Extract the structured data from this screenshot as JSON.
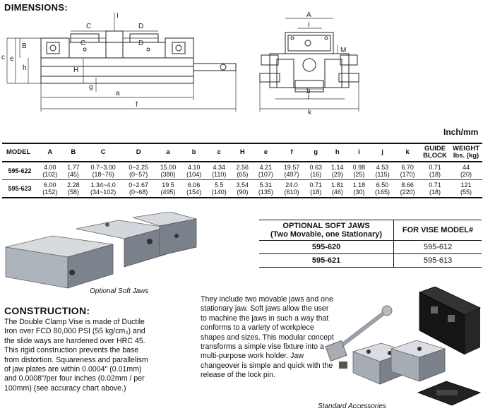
{
  "dimensions_heading": "DIMENSIONS:",
  "diagram_labels": {
    "front": [
      "I",
      "C",
      "D",
      "C",
      "D",
      "B",
      "c",
      "e",
      "h",
      "H",
      "g",
      "a",
      "f"
    ],
    "side": [
      "A",
      "I",
      "M",
      "b",
      "j",
      "k"
    ]
  },
  "unit_note": "Inch/mm",
  "dims_table": {
    "headers": [
      "MODEL",
      "A",
      "B",
      "C",
      "D",
      "a",
      "b",
      "c",
      "H",
      "e",
      "f",
      "g",
      "h",
      "i",
      "j",
      "k",
      "GUIDE BLOCK",
      "WEIGHT lbs. (kg)"
    ],
    "rows": [
      {
        "model": "595-622",
        "inch": [
          "4.00",
          "1.77",
          "0.7~3.00",
          "0~2.25",
          "15.00",
          "4.10",
          "4.34",
          "2.56",
          "4.21",
          "19.57",
          "0.63",
          "1.14",
          "0.98",
          "4.53",
          "6.70",
          "0.71",
          "44"
        ],
        "mm": [
          "(102)",
          "(45)",
          "(18~76)",
          "(0~57)",
          "(380)",
          "(104)",
          "(110)",
          "(65)",
          "(107)",
          "(497)",
          "(16)",
          "(29)",
          "(25)",
          "(115)",
          "(170)",
          "(18)",
          "(20)"
        ]
      },
      {
        "model": "595-623",
        "inch": [
          "6.00",
          "2.28",
          "1.34~4.0",
          "0~2.67",
          "19.5",
          "6.06",
          "5.5",
          "3.54",
          "5.31",
          "24.0",
          "0.71",
          "1.81",
          "1.18",
          "6.50",
          "8.66",
          "0.71",
          "121"
        ],
        "mm": [
          "(152)",
          "(58)",
          "(34~102)",
          "(0~68)",
          "(495)",
          "(154)",
          "(140)",
          "(90)",
          "(135)",
          "(610)",
          "(18)",
          "(46)",
          "(30)",
          "(165)",
          "(220)",
          "(18)",
          "(55)"
        ]
      }
    ]
  },
  "soft_jaws_table": {
    "header_left_line1": "OPTIONAL SOFT JAWS",
    "header_left_line2": "(Two Movable, one Stationary)",
    "header_right": "FOR VISE MODEL#",
    "rows": [
      {
        "jaw": "595-620",
        "vise": "595-612"
      },
      {
        "jaw": "595-621",
        "vise": "595-613"
      }
    ]
  },
  "soft_jaws_caption": "Optional Soft Jaws",
  "construction_heading": "CONSTRUCTION:",
  "construction_text": "The Double Clamp Vise is made of Ductile Iron over FCD 80,000 PSI (55 kg/cm₂) and the slide ways are hardened over HRC 45. This rigid construction prevents the base from distortion. Squareness and parallelism of jaw plates are within 0.0004\" (0.01mm) and 0.0008\"/per four inches (0.02mm / per 100mm) (see accuracy chart above.)",
  "accessories_text": "They include two movable jaws and one stationary jaw. Soft jaws allow the user to machine the jaws in such a way that conforms to a variety of workpiece shapes and sizes. This modular concept transforms a simple vise fixture into a multi-purpose work holder. Jaw changeover is simple and quick with the release of the lock pin.",
  "accessories_caption": "Standard Accessories",
  "colors": {
    "steel_light": "#c9cdd3",
    "steel_dark": "#6e7580",
    "black_part": "#151515"
  }
}
